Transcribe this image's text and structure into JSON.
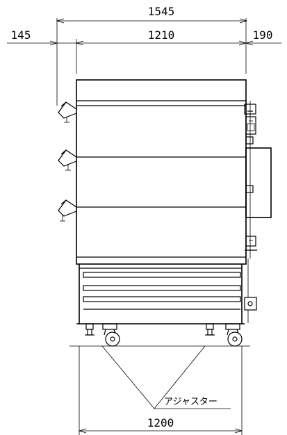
{
  "dimensions": {
    "overall_width": "1545",
    "left_offset": "145",
    "body_width": "1210",
    "right_offset": "190",
    "base_width": "1200"
  },
  "labels": {
    "adjuster": "アジャスター"
  }
}
